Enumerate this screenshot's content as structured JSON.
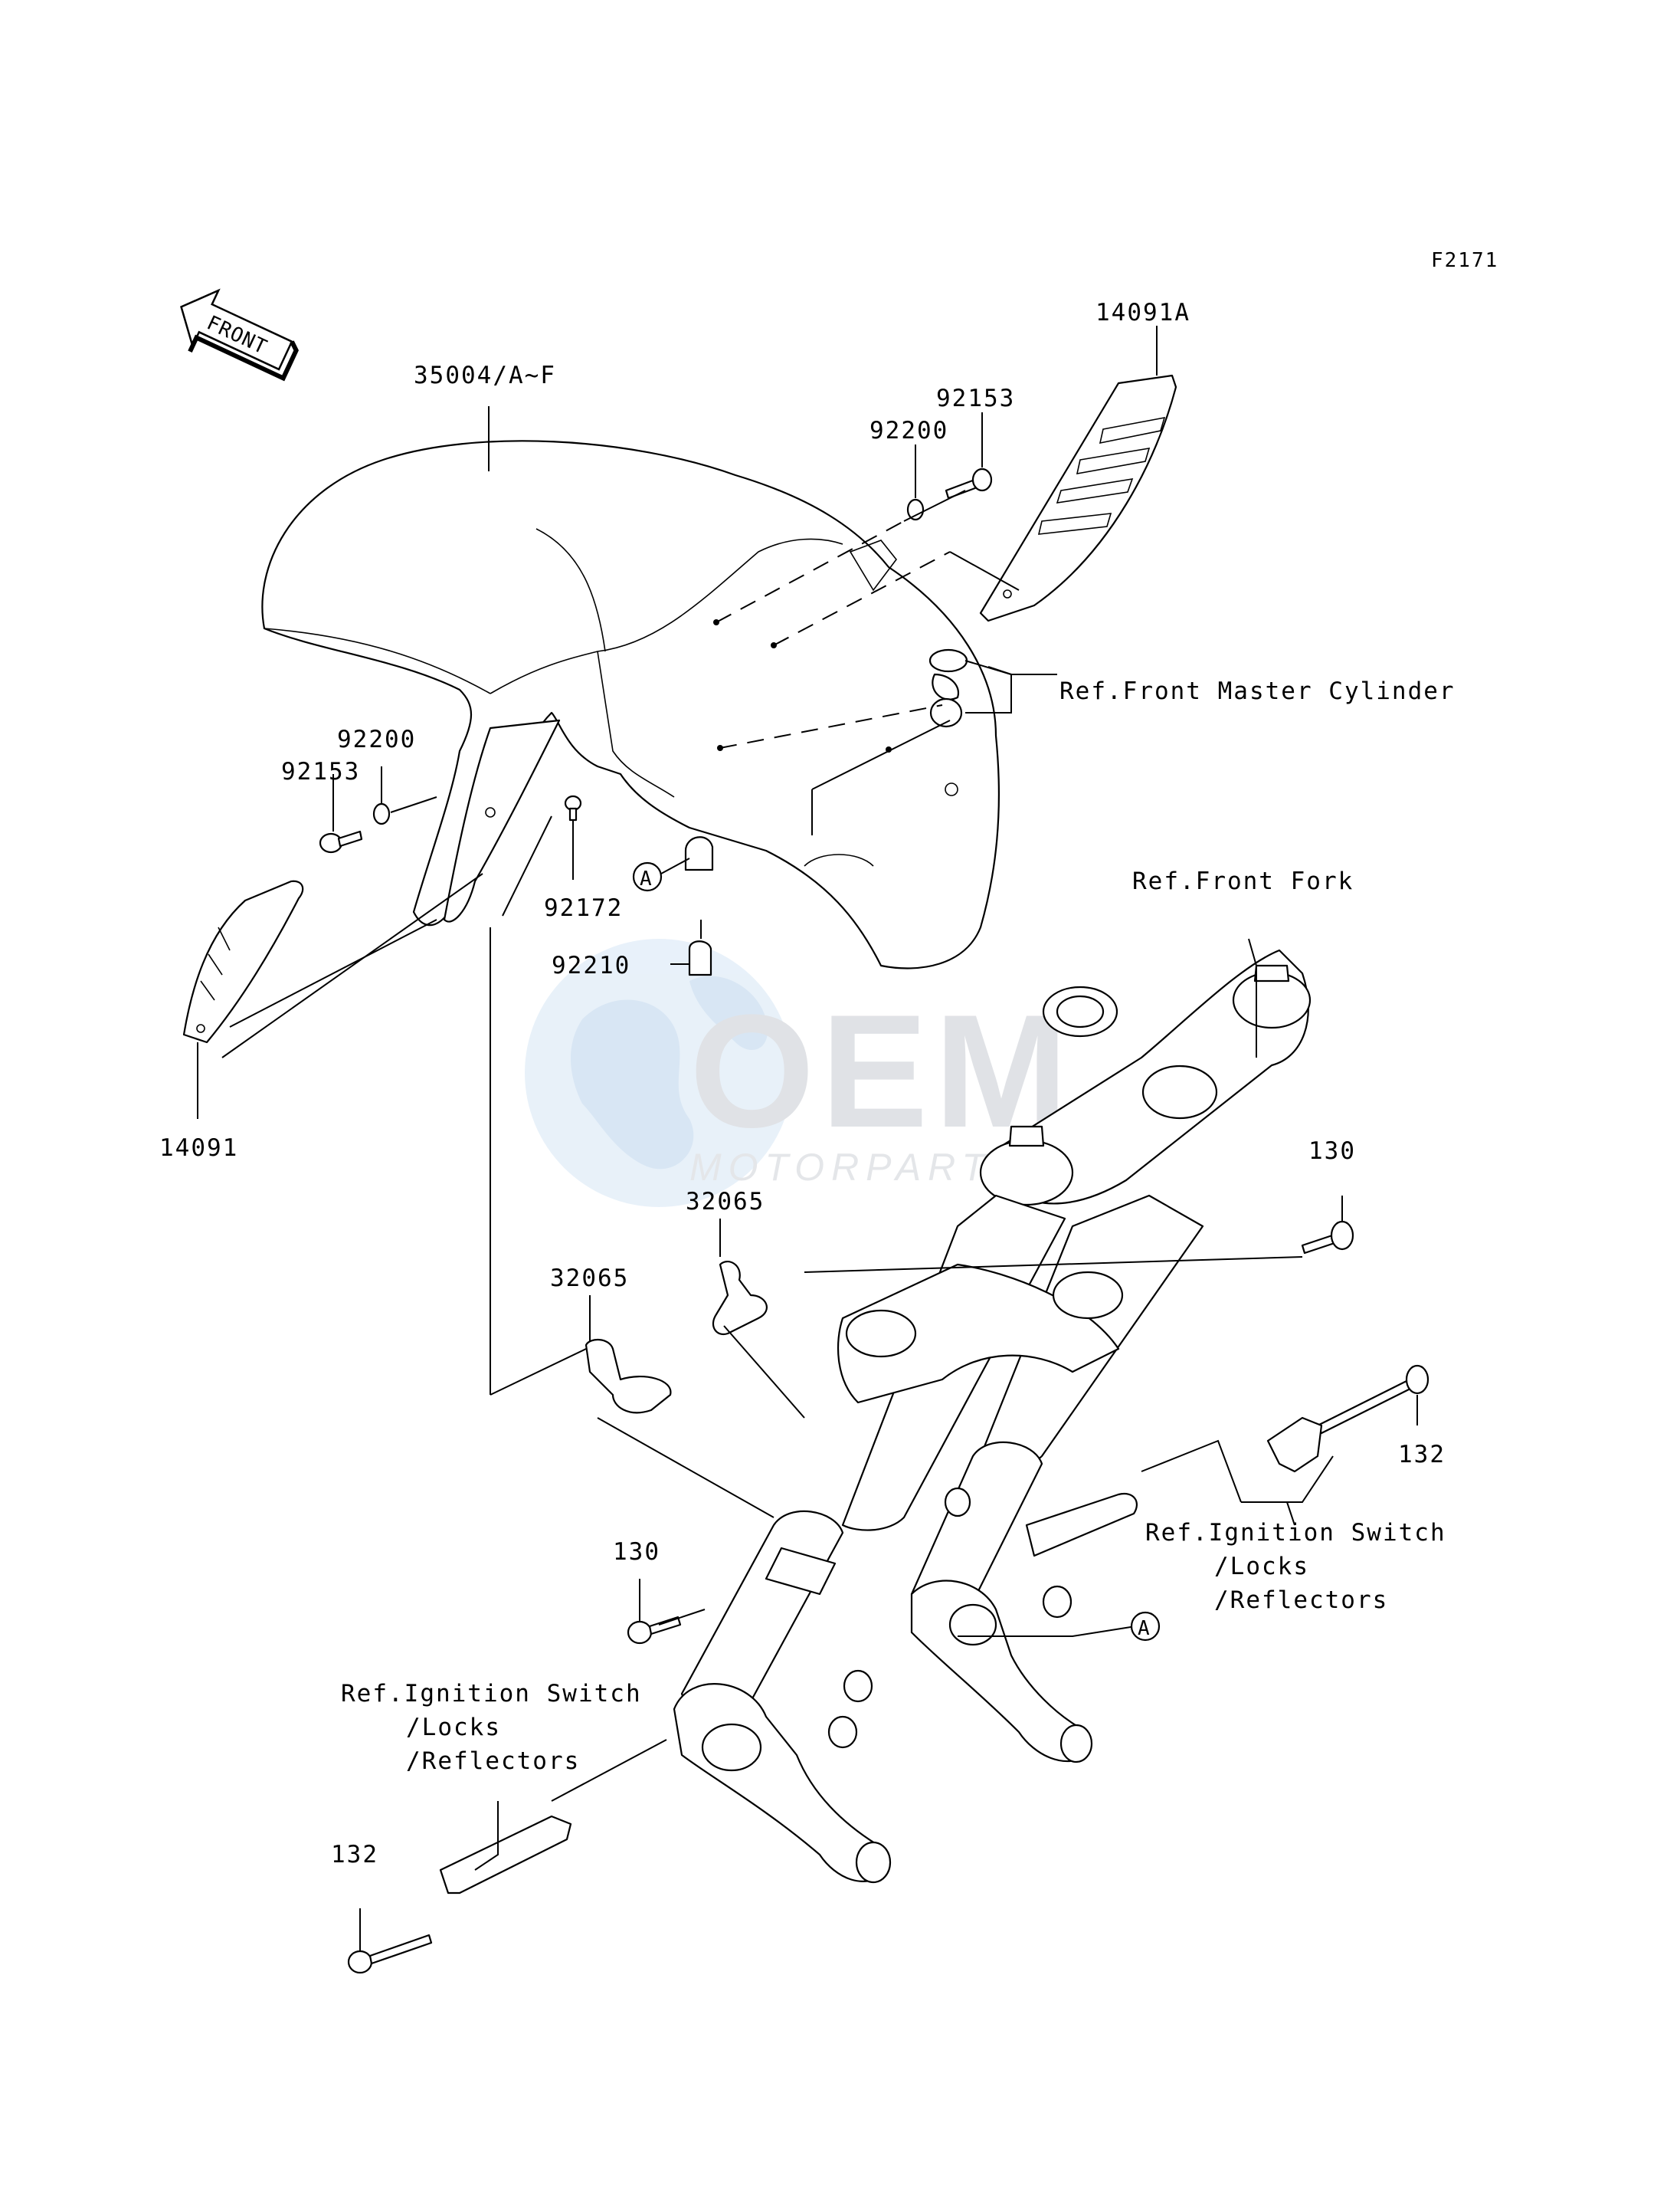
{
  "diagram": {
    "figure_code": "F2171",
    "front_arrow": "FRONT",
    "watermark": {
      "brand": "OEM",
      "tagline": "MOTORPARTS"
    },
    "part_labels": {
      "front_fender": "35004/A~F",
      "fender_cover_right": "14091A",
      "fender_cover_left": "14091",
      "screw_upper": "92153",
      "washer_upper": "92200",
      "screw_left": "92153",
      "washer_left": "92200",
      "bolt_fender": "92172",
      "clamp": "92210",
      "bracket_upper": "32065",
      "bracket_lower": "32065",
      "bolt_130_right": "130",
      "bolt_130_left": "130",
      "bolt_132_right": "132",
      "bolt_132_left": "132",
      "callout_a_fender": "A",
      "callout_a_fork": "A"
    },
    "references": {
      "master_cylinder": "Ref.Front Master Cylinder",
      "front_fork": "Ref.Front Fork",
      "ignition_right": [
        "Ref.Ignition Switch",
        "/Locks",
        "/Reflectors"
      ],
      "ignition_left": [
        "Ref.Ignition Switch",
        "/Locks",
        "/Reflectors"
      ]
    }
  }
}
